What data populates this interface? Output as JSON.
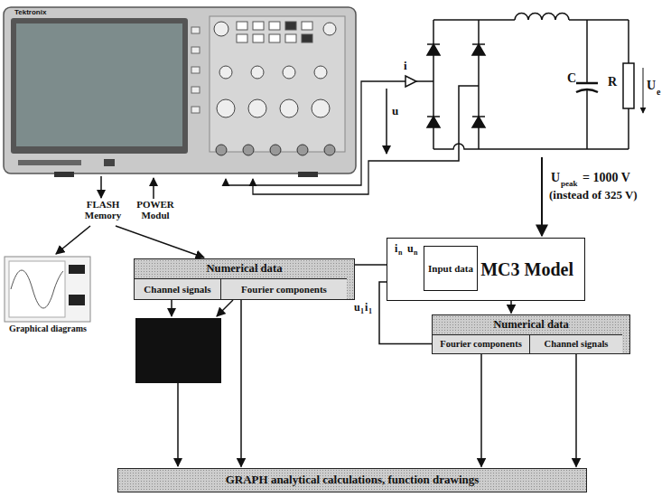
{
  "diagram": {
    "nodes": [
      {
        "text": [
          "Numerical data"
        ]
      },
      {
        "text": [
          "Channel signals"
        ],
        "in": 0
      },
      {
        "text": [
          "Fourier components"
        ],
        "in": 0
      },
      {
        "text": [
          "MC3 Model"
        ]
      },
      {
        "text": [
          "Input data"
        ],
        "in": 3
      },
      {
        "text": [
          "Numerical data"
        ]
      },
      {
        "text": [
          "Fourier components"
        ],
        "in": 5
      },
      {
        "text": [
          "Channel signals"
        ],
        "in": 5
      },
      {
        "text": [
          "GRAPH analytical calculations, function drawings"
        ]
      }
    ],
    "edges": [
      {
        "from": 0,
        "to": 4,
        "arrow": "to"
      },
      {
        "from": 6,
        "to": 4,
        "arrow": "to"
      },
      {
        "from": 3,
        "to": 5,
        "arrow": "to"
      },
      {
        "from": 2,
        "to": 8,
        "arrow": "to"
      },
      {
        "from": 6,
        "to": 8,
        "arrow": "to"
      },
      {
        "from": 7,
        "to": 8,
        "arrow": "to"
      }
    ],
    "labels": [
      "Tektronix",
      "i",
      "u",
      "C",
      "R",
      "U",
      "e",
      "FLASH Memory",
      "POWER Modul",
      "Graphical diagrams",
      "U",
      "peak",
      "= 1000 V",
      "(instead of 325 V)",
      "i",
      "n",
      "u",
      "n",
      "u",
      "1",
      "i",
      "1"
    ]
  }
}
